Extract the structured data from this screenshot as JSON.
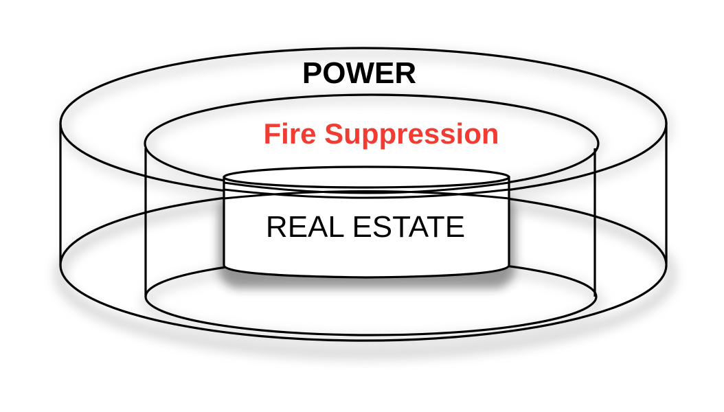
{
  "diagram": {
    "title": "Layered data center resources",
    "layers": [
      {
        "id": "power",
        "label": "POWER",
        "color": "#000000",
        "role": "outer"
      },
      {
        "id": "fire",
        "label": "Fire Suppression",
        "color": "#f23c33",
        "role": "middle"
      },
      {
        "id": "real-estate",
        "label": "REAL ESTATE",
        "color": "#000000",
        "role": "inner"
      }
    ],
    "stroke_color": "#000000",
    "shadow_color": "#9a9a9a",
    "background": "#ffffff"
  }
}
